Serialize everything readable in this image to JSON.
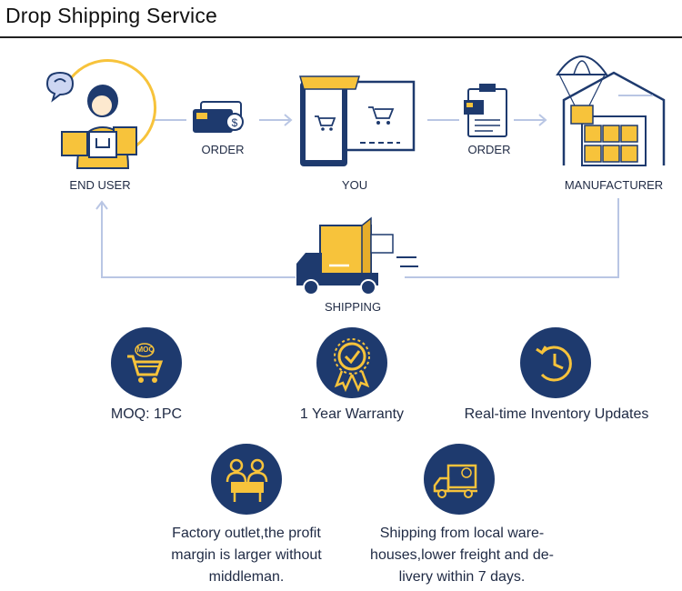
{
  "header": {
    "title": "Drop Shipping Service"
  },
  "flow": {
    "end_user": "END USER",
    "order_1": "ORDER",
    "you": "YOU",
    "order_2": "ORDER",
    "manufacturer": "MANUFACTURER",
    "shipping": "SHIPPING",
    "moq_badge": "MOQ"
  },
  "features": [
    {
      "label": "MOQ: 1PC",
      "icon": "cart-icon"
    },
    {
      "label": "1 Year Warranty",
      "icon": "award-ribbon-icon"
    },
    {
      "label": "Real-time Inventory Updates",
      "icon": "clock-refresh-icon"
    }
  ],
  "benefits": [
    {
      "lines": [
        "Factory outlet,the profit",
        "margin is larger without",
        "middleman."
      ],
      "icon": "factory-people-icon"
    },
    {
      "lines": [
        "Shipping from local ware-",
        "houses,lower freight and de-",
        "livery within 7 days."
      ],
      "icon": "delivery-truck-icon"
    }
  ],
  "colors": {
    "navy": "#1e3a6e",
    "gold": "#f7c33b",
    "flow_line": "#b9c6e4",
    "text": "#1f2a44"
  }
}
